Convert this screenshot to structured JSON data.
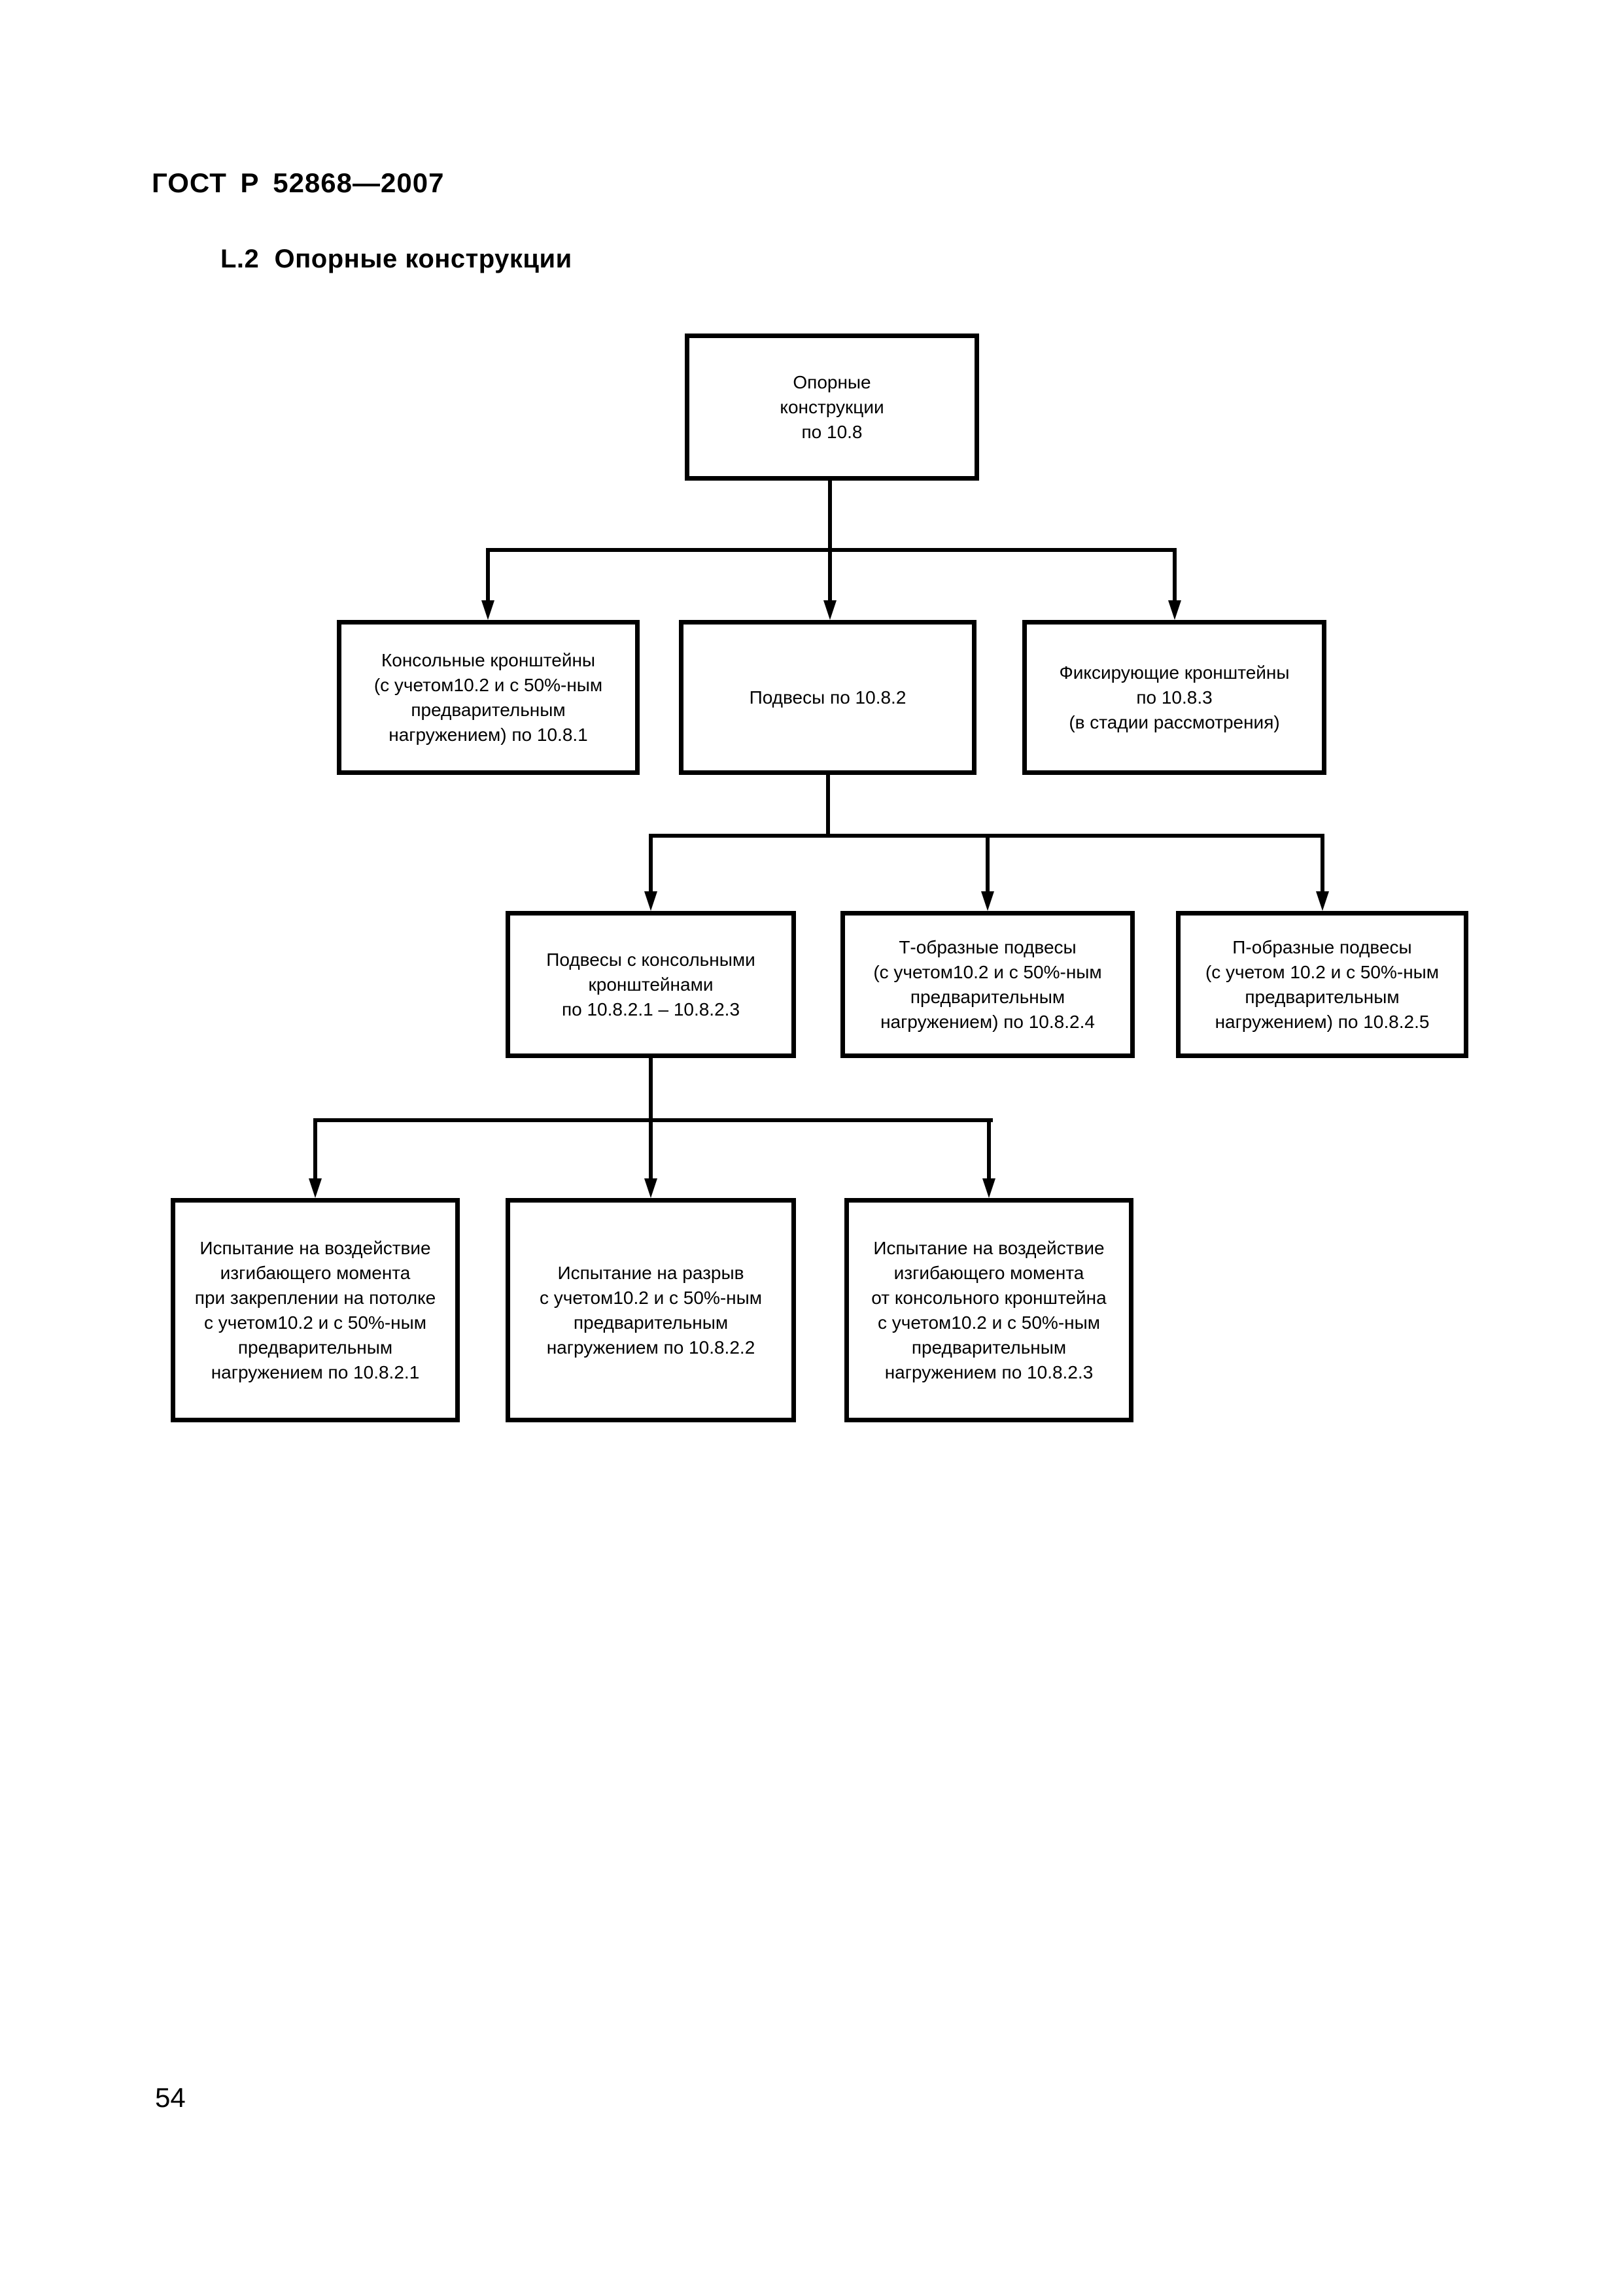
{
  "page": {
    "standard_code": "ГОСТ Р 52868—2007",
    "section_title": "L.2  Опорные конструкции",
    "page_number": "54"
  },
  "diagram": {
    "nodes": {
      "root": {
        "label": "Опорные\nконструкции\nпо 10.8"
      },
      "cantilever_brackets": {
        "label": "Консольные кронштейны\n(с учетом10.2 и с 50%-ным\nпредварительным\nнагружением) по 10.8.1"
      },
      "hangers": {
        "label": "Подвесы по 10.8.2"
      },
      "fixing_brackets": {
        "label": "Фиксирующие кронштейны\nпо 10.8.3\n(в стадии рассмотрения)"
      },
      "hangers_with_cantilever_brackets": {
        "label": "Подвесы с консольными\nкронштейнами\nпо 10.8.2.1 – 10.8.2.3"
      },
      "t_shaped_hangers": {
        "label": "Т-образные подвесы\n(с учетом10.2 и с 50%-ным\nпредварительным\nнагружением) по 10.8.2.4"
      },
      "p_shaped_hangers": {
        "label": "П-образные подвесы\n(с учетом 10.2 и с 50%-ным\nпредварительным\nнагружением) по 10.8.2.5"
      },
      "bending_moment_ceiling_test": {
        "label": "Испытание на воздействие\nизгибающего момента\nпри закреплении на потолке\nс учетом10.2 и с 50%-ным\nпредварительным\nнагружением по 10.8.2.1"
      },
      "rupture_test": {
        "label": "Испытание на разрыв\nс учетом10.2 и с 50%-ным\nпредварительным\nнагружением по 10.8.2.2"
      },
      "bending_moment_cantilever_test": {
        "label": "Испытание на воздействие\nизгибающего момента\nот консольного кронштейна\nс учетом10.2 и с 50%-ным\nпредварительным\nнагружением по 10.8.2.3"
      }
    }
  }
}
